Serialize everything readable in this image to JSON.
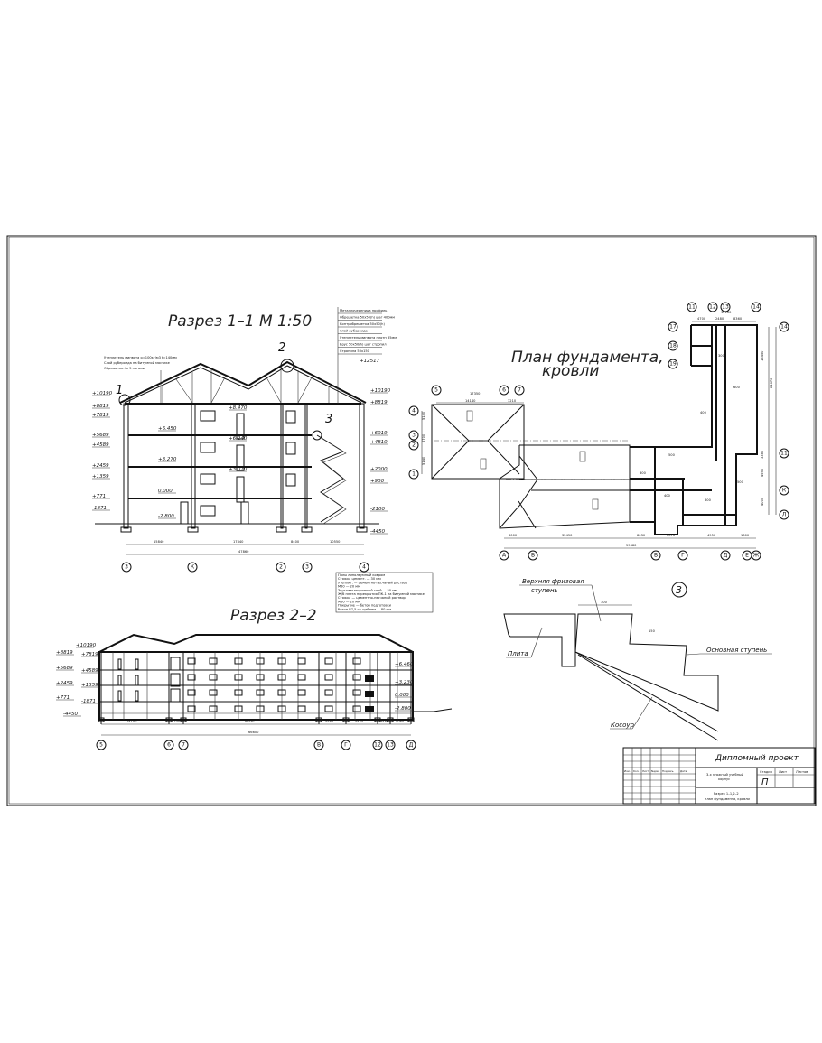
{
  "sheet": {
    "section_1_title": "Разрез 1–1  М 1:50",
    "section_2_title": "Разрез 2–2",
    "plan_title_line1": "План фундамента,",
    "plan_title_line2": "кровли",
    "detail_mark": "3"
  },
  "section_1": {
    "callouts": [
      "1",
      "2",
      "3"
    ],
    "note_left": [
      "Утеплитель минвата p=100кг/м3 t=140мм",
      "Слой рубероида на битумной мастике",
      "Обрешетка 4x 5 лагами"
    ],
    "note_roof": [
      "Металлочерепица профиль",
      "Обрешетка 50x50(h) шаг 400мм",
      "Контробрешетка 50x50(h)",
      "Слой рубероида",
      "Утеплитель минвата плотн 35мм",
      "Брус 50x50(h) шаг стропил",
      "Стропила 50x150"
    ],
    "roof_top_mark": "+12517",
    "left_marks": [
      "+10190",
      "+8819",
      "+7819",
      "+5689",
      "+4589",
      "+2459",
      "+1359",
      "+771",
      "-1871"
    ],
    "right_marks": [
      "+10190",
      "+8819",
      "+6019",
      "+4810",
      "+2000",
      "+900",
      "-2100",
      "-4450"
    ],
    "floor_marks": [
      "+8.470",
      "+6.450",
      "+6.240",
      "+3.270",
      "+3.010",
      "0.000",
      "-2.800"
    ],
    "dimensions": [
      "15840",
      "17840",
      "8400",
      "10550"
    ],
    "total_dimension": "47860",
    "axes": [
      "3",
      "К",
      "2",
      "3",
      "4"
    ],
    "floor_note": [
      "Полы линолеумный ковром",
      "Стяжка цемент. — 30 мм",
      "Утеплит. — цементно-песчаный раствор",
      "M50 — 20 мм",
      "Звукоизоляционный слой — 50 мм",
      "Ж/б плита перекрытия ПК-1 на битумной мастике",
      "Стяжка — цементно-песчаный раствор",
      "M50 — 20 мм",
      "Покрытие — бетон подготовки",
      "бетон B7,5 со щебнем — 80 мм"
    ]
  },
  "section_2": {
    "left_marks": [
      "+10190",
      "+8819",
      "+7819",
      "+5689",
      "+4589",
      "+2459",
      "+1359",
      "+771",
      "-1871",
      "-4450"
    ],
    "right_marks": [
      "+6.460",
      "+3.230",
      "0.000",
      "-2.800"
    ],
    "dimensions": [
      "14140",
      "3100",
      "26330",
      "5585",
      "5475",
      "3480",
      "4064"
    ],
    "total_dimension": "66600",
    "axes": [
      "5",
      "6",
      "7",
      "В",
      "Г",
      "12",
      "13",
      "Д"
    ]
  },
  "plan": {
    "top_axes_left": [
      "5",
      "6",
      "7"
    ],
    "left_axes": [
      "4",
      "3",
      "2",
      "1"
    ],
    "bottom_axes": [
      "А",
      "Б",
      "В",
      "Г",
      "Д",
      "Е",
      "Ж"
    ],
    "right_axes": [
      "14",
      "11",
      "К",
      "Л"
    ],
    "wing_top_axes": [
      "11",
      "12",
      "13",
      "14"
    ],
    "wing_left_axes": [
      "17",
      "18",
      "19"
    ],
    "top_dims": [
      "17350",
      "14140",
      "3210"
    ],
    "wing_dims": [
      "12100",
      "4700",
      "2480",
      "8360"
    ],
    "bottom_dims": [
      "6000",
      "32450",
      "8030",
      "6070",
      "4950",
      "1800"
    ],
    "bottom_total": "59380",
    "right_dims": [
      "16450",
      "24670",
      "3380",
      "4950",
      "4000"
    ],
    "left_dims": [
      "5140",
      "3700",
      "5140"
    ],
    "wall_marks": [
      "300",
      "400",
      "600",
      "500"
    ]
  },
  "detail": {
    "label_top_1": "Верхняя фризовая",
    "label_top_2": "ступень",
    "label_slab": "Плита",
    "label_main_step": "Основная ступень",
    "label_stringer": "Косоур",
    "dim_width": "300",
    "dim_height": "150"
  },
  "title_block": {
    "project": "Дипломный проект",
    "col_headers": [
      "Изм.",
      "Кол.",
      "Лист",
      "№док.",
      "Подпись",
      "Дата"
    ],
    "building_1": "3-х этажный учебный",
    "building_2": "корпус",
    "stage_header": "Стадия",
    "sheet_header": "Лист",
    "sheets_header": "Листов",
    "stage": "П",
    "sheet_name_1": "Разрез 1–1,2–2",
    "sheet_name_2": "план фундамента, кровли"
  }
}
